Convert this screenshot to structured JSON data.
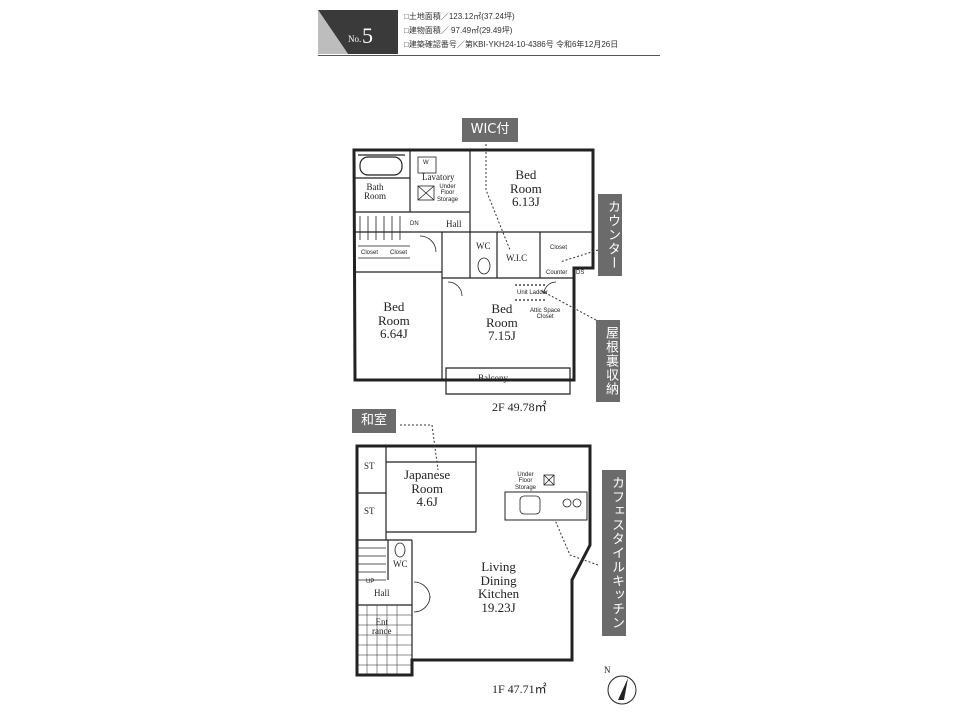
{
  "header": {
    "number_prefix": "No.",
    "number": "5",
    "specs": [
      "□土地面積／123.12㎡(37.24坪)",
      "□建物面積／ 97.49㎡(29.49坪)",
      "□建築確認番号／第KBI-YKH24-10-4386号 令和6年12月26日"
    ]
  },
  "callouts": {
    "wic": "WIC付",
    "counter": "カウンター",
    "attic": "屋根裏収納",
    "washitsu": "和室",
    "cafe_kitchen": "カフェスタイルキッチン"
  },
  "floor2": {
    "area": "2F 49.78㎡",
    "bath": "Bath\nRoom",
    "lavatory": "Lavatory",
    "washer": "W",
    "under_floor": "Under\nFloor\nStorage",
    "bed1": "Bed\nRoom\n6.13J",
    "dn": "DN",
    "hall": "Hall",
    "closet1": "Closet",
    "closet2": "Closet",
    "wc": "WC",
    "wic": "W.I.C",
    "closet3": "Closet",
    "counter": "Counter",
    "ds": "DS",
    "unit_ladder": "Unit Ladder",
    "attic_closet": "Attic Space\nCloset",
    "bed2": "Bed\nRoom\n6.64J",
    "bed3": "Bed\nRoom\n7.15J",
    "balcony": "Balcony"
  },
  "floor1": {
    "area": "1F 47.71㎡",
    "st1": "ST",
    "st2": "ST",
    "japanese": "Japanese\nRoom\n4.6J",
    "under_floor": "Under\nFloor\nStorage",
    "ldk": "Living\nDining\nKitchen\n19.23J",
    "wc": "WC",
    "up": "UP",
    "hall": "Hall",
    "entrance": "Ent\nrance",
    "north": "N"
  }
}
